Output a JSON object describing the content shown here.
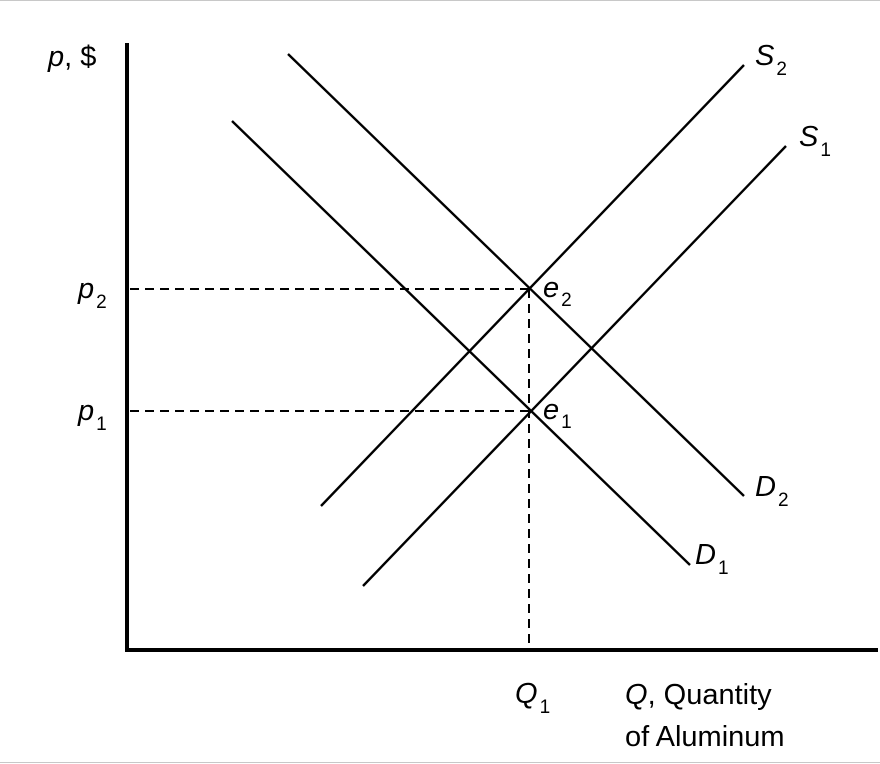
{
  "axes": {
    "y_label_var": "p",
    "y_label_rest": ", $",
    "x_label_var": "Q",
    "x_label_rest": ", Quantity",
    "x_label_line2": "of Aluminum"
  },
  "ticks": {
    "p2": {
      "var": "p",
      "sub": "2"
    },
    "p1": {
      "var": "p",
      "sub": "1"
    },
    "q1": {
      "var": "Q",
      "sub": "1"
    }
  },
  "curves": {
    "S2": {
      "var": "S",
      "sub": "2"
    },
    "S1": {
      "var": "S",
      "sub": "1"
    },
    "D2": {
      "var": "D",
      "sub": "2"
    },
    "D1": {
      "var": "D",
      "sub": "1"
    }
  },
  "points": {
    "e2": {
      "var": "e",
      "sub": "2"
    },
    "e1": {
      "var": "e",
      "sub": "1"
    }
  }
}
